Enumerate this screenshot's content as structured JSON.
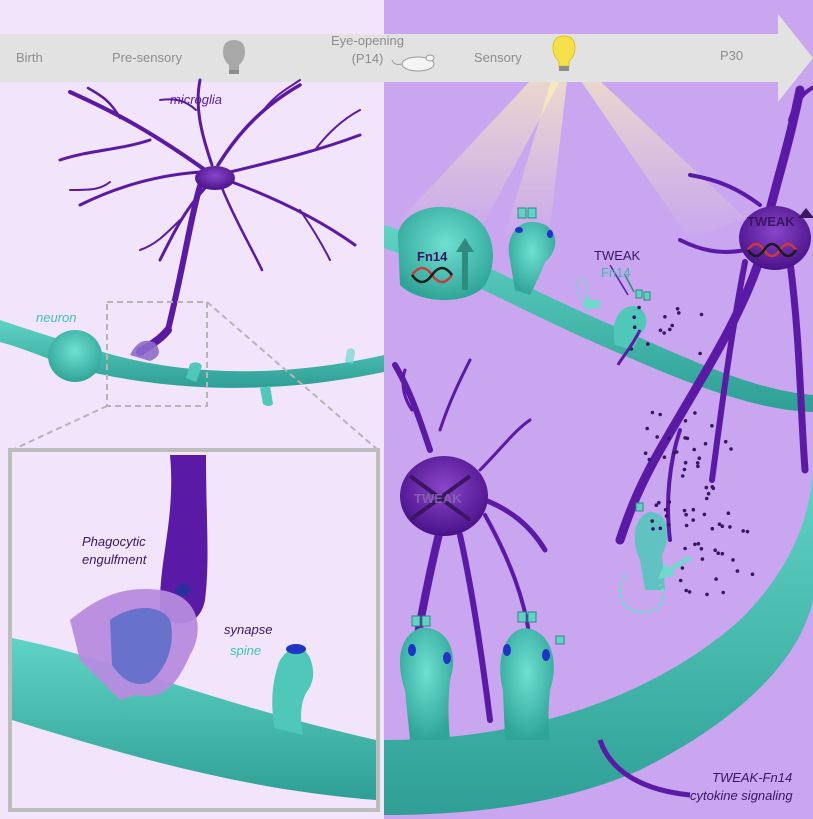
{
  "timeline": {
    "stages": [
      "Birth",
      "Pre-sensory",
      "Eye-opening",
      "(P14)",
      "Sensory",
      "P30"
    ]
  },
  "left_panel": {
    "microglia_label": "microglia",
    "neuron_label": "neuron"
  },
  "zoom_panel": {
    "engulfment_line1": "Phagocytic",
    "engulfment_line2": "engulfment",
    "synapse_label": "synapse",
    "spine_label": "spine"
  },
  "right_panel": {
    "fn14_receptor_label": "Fn14",
    "tweak_microglia_label": "TWEAK",
    "tweak_ligand_label": "TWEAK",
    "fn14_ligand_label": "Fn14",
    "crossed_tweak_label": "TWEAK",
    "signaling_line1": "TWEAK-Fn14",
    "signaling_line2": "cytokine signaling"
  },
  "colors": {
    "left_background": "#f1e4fb",
    "right_background": "#c9a6ef",
    "microglia": "#5b1aa6",
    "neuron": "#46c4b4",
    "synapse": "#1f33c4",
    "light_bulb_on": "#f5e04a",
    "light_bulb_off": "#a8a8a8",
    "timeline_arrow": "#e2e2e2"
  },
  "icons": [
    "light-bulb-off-icon",
    "light-bulb-on-icon",
    "mouse-icon",
    "dna-icon",
    "up-arrow-icon"
  ]
}
